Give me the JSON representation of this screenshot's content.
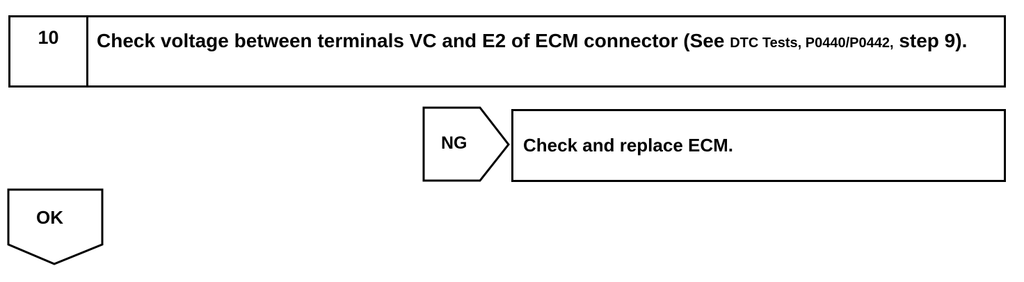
{
  "step": {
    "number": "10",
    "text_main": "Check voltage between terminals VC and E2 of ECM connector (See ",
    "ref_small": "DTC Tests, P0440/P0442,",
    "text_end": " step 9)."
  },
  "ng_branch": {
    "label": "NG",
    "action": "Check and replace ECM."
  },
  "ok_branch": {
    "label": "OK"
  }
}
